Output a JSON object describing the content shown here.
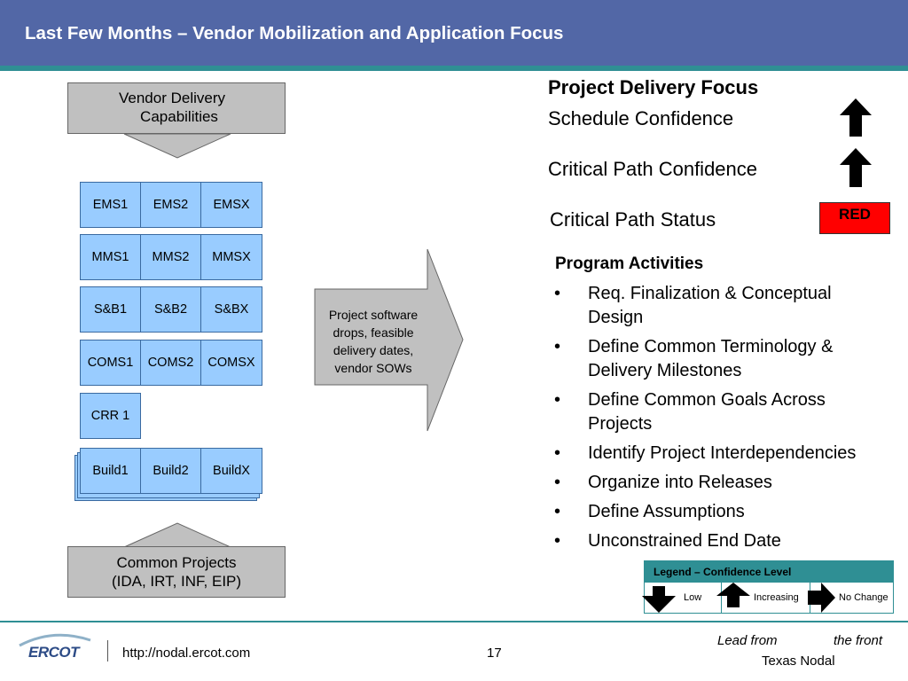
{
  "slide": {
    "title": "Last Few Months – Vendor Mobilization and Application Focus"
  },
  "left": {
    "vendor_box": {
      "line1": "Vendor Delivery",
      "line2": "Capabilities"
    },
    "grid": [
      [
        "EMS1",
        "EMS2",
        "EMSX"
      ],
      [
        "MMS1",
        "MMS2",
        "MMSX"
      ],
      [
        "S&B1",
        "S&B2",
        "S&BX"
      ],
      [
        "COMS1",
        "COMS2",
        "COMSX"
      ],
      [
        "CRR 1"
      ]
    ],
    "builds": [
      "Build1",
      "Build2",
      "BuildX"
    ],
    "common_box": {
      "line1": "Common Projects",
      "line2": "(IDA, IRT, INF, EIP)"
    },
    "arrow_text": [
      "Project software",
      "drops, feasible",
      "delivery dates,",
      "vendor SOWs"
    ]
  },
  "right": {
    "heading": "Project Delivery Focus",
    "schedule_confidence": "Schedule Confidence",
    "critical_path_confidence": "Critical Path Confidence",
    "critical_path_status": "Critical Path Status",
    "status_badge": "RED",
    "program_title": "Program Activities",
    "bullet_char": "•",
    "activities": [
      {
        "line1": "Req. Finalization & Conceptual",
        "line2": "Design"
      },
      {
        "line1": "Define Common Terminology &",
        "line2": "Delivery Milestones"
      },
      {
        "line1": "Define Common Goals Across",
        "line2": "Projects"
      },
      {
        "line1": "Identify Project Interdependencies",
        "line2": ""
      },
      {
        "line1": "Organize into Releases",
        "line2": ""
      },
      {
        "line1": "Define Assumptions",
        "line2": ""
      },
      {
        "line1": "Unconstrained End Date",
        "line2": ""
      }
    ]
  },
  "legend": {
    "title": "Legend – Confidence Level",
    "low": "Low",
    "increasing": "Increasing",
    "no_change": "No Change"
  },
  "footer": {
    "logo": "ERCOT",
    "url": "http://nodal.ercot.com",
    "page_number": "17",
    "tagline_left": "Lead from",
    "tagline_right": "the front",
    "brand": "Texas Nodal"
  },
  "colors": {
    "title_bar": "#5267a6",
    "accent_teal": "#2f8f94",
    "cell_blue": "#99ccff",
    "status_red": "#ff0000",
    "box_gray": "#c0c0c0"
  }
}
